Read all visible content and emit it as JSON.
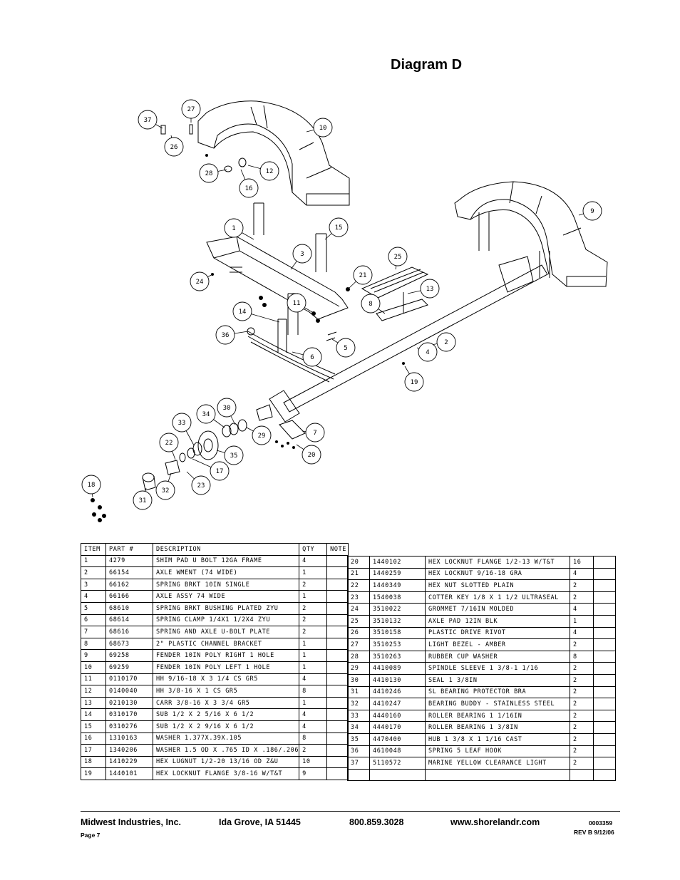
{
  "title": "Diagram D",
  "callouts": [
    "37",
    "27",
    "26",
    "10",
    "28",
    "12",
    "16",
    "1",
    "15",
    "3",
    "24",
    "21",
    "25",
    "13",
    "11",
    "8",
    "14",
    "36",
    "6",
    "5",
    "2",
    "4",
    "9",
    "19",
    "34",
    "30",
    "33",
    "29",
    "7",
    "22",
    "35",
    "20",
    "17",
    "18",
    "23",
    "32",
    "31"
  ],
  "table_headers": [
    "ITEM",
    "PART #",
    "DESCRIPTION",
    "QTY",
    "NOTE"
  ],
  "parts_left": [
    {
      "item": "1",
      "part": "4279",
      "desc": "SHIM PAD   U BOLT 12GA FRAME",
      "qty": "4"
    },
    {
      "item": "2",
      "part": "66154",
      "desc": "AXLE WMENT (74 WIDE)",
      "qty": "1"
    },
    {
      "item": "3",
      "part": "66162",
      "desc": "SPRING BRKT  10IN SINGLE",
      "qty": "2"
    },
    {
      "item": "4",
      "part": "66166",
      "desc": "AXLE ASSY 74 WIDE",
      "qty": "1"
    },
    {
      "item": "5",
      "part": "68610",
      "desc": "SPRING BRKT BUSHING PLATED ZYU",
      "qty": "2"
    },
    {
      "item": "6",
      "part": "68614",
      "desc": "SPRING CLAMP   1/4X1 1/2X4  ZYU",
      "qty": "2"
    },
    {
      "item": "7",
      "part": "68616",
      "desc": "SPRING AND AXLE U-BOLT PLATE",
      "qty": "2"
    },
    {
      "item": "8",
      "part": "68673",
      "desc": "2\" PLASTIC CHANNEL BRACKET",
      "qty": "1"
    },
    {
      "item": "9",
      "part": "69258",
      "desc": "FENDER  10IN POLY RIGHT 1 HOLE",
      "qty": "1"
    },
    {
      "item": "10",
      "part": "69259",
      "desc": "FENDER  10IN POLY LEFT 1 HOLE",
      "qty": "1"
    },
    {
      "item": "11",
      "part": "0110170",
      "desc": "HH 9/16-18 X 3 1/4 CS GR5",
      "qty": "4"
    },
    {
      "item": "12",
      "part": "0140040",
      "desc": "HH 3/8-16 X 1 CS GR5",
      "qty": "8"
    },
    {
      "item": "13",
      "part": "0210130",
      "desc": "CARR 3/8-16 X 3 3/4 GR5",
      "qty": "1"
    },
    {
      "item": "14",
      "part": "0310170",
      "desc": "SUB 1/2 X 2 5/16 X 6 1/2",
      "qty": "4"
    },
    {
      "item": "15",
      "part": "0310276",
      "desc": "SUB 1/2 X 2 9/16 X 6 1/2",
      "qty": "4"
    },
    {
      "item": "16",
      "part": "1310163",
      "desc": "WASHER 1.377X.39X.105",
      "qty": "8"
    },
    {
      "item": "17",
      "part": "1340206",
      "desc": "WASHER 1.5 OD X .765 ID X .186/.206",
      "qty": "2"
    },
    {
      "item": "18",
      "part": "1410229",
      "desc": "HEX LUGNUT 1/2-20 13/16 OD Z&U",
      "qty": "10"
    },
    {
      "item": "19",
      "part": "1440101",
      "desc": "HEX LOCKNUT FLANGE 3/8-16 W/T&T",
      "qty": "9"
    }
  ],
  "parts_right": [
    {
      "item": "20",
      "part": "1440102",
      "desc": "HEX LOCKNUT FLANGE 1/2-13 W/T&T",
      "qty": "16"
    },
    {
      "item": "21",
      "part": "1440259",
      "desc": "HEX LOCKNUT 9/16-18 GRA",
      "qty": "4"
    },
    {
      "item": "22",
      "part": "1440349",
      "desc": "HEX NUT SLOTTED PLAIN",
      "qty": "2"
    },
    {
      "item": "23",
      "part": "1540038",
      "desc": "COTTER KEY 1/8 X 1 1/2 ULTRASEAL",
      "qty": "2"
    },
    {
      "item": "24",
      "part": "3510022",
      "desc": "GROMMET  7/16IN MOLDED",
      "qty": "4"
    },
    {
      "item": "25",
      "part": "3510132",
      "desc": "AXLE PAD 12IN  BLK",
      "qty": "1"
    },
    {
      "item": "26",
      "part": "3510158",
      "desc": "PLASTIC DRIVE RIVOT",
      "qty": "4"
    },
    {
      "item": "27",
      "part": "3510253",
      "desc": "LIGHT BEZEL - AMBER",
      "qty": "2"
    },
    {
      "item": "28",
      "part": "3510263",
      "desc": "RUBBER CUP WASHER",
      "qty": "8"
    },
    {
      "item": "29",
      "part": "4410089",
      "desc": "SPINDLE SLEEVE   1 3/8-1 1/16",
      "qty": "2"
    },
    {
      "item": "30",
      "part": "4410130",
      "desc": "SEAL  1 3/8IN",
      "qty": "2"
    },
    {
      "item": "31",
      "part": "4410246",
      "desc": "SL BEARING PROTECTOR BRA",
      "qty": "2"
    },
    {
      "item": "32",
      "part": "4410247",
      "desc": "BEARING BUDDY - STAINLESS STEEL",
      "qty": "2"
    },
    {
      "item": "33",
      "part": "4440160",
      "desc": "ROLLER BEARING   1 1/16IN",
      "qty": "2"
    },
    {
      "item": "34",
      "part": "4440170",
      "desc": "ROLLER BEARING   1 3/8IN",
      "qty": "2"
    },
    {
      "item": "35",
      "part": "4470400",
      "desc": "HUB   1 3/8 X 1 1/16 CAST",
      "qty": "2"
    },
    {
      "item": "36",
      "part": "4610048",
      "desc": "SPRING  5 LEAF HOOK",
      "qty": "2"
    },
    {
      "item": "37",
      "part": "5110572",
      "desc": "MARINE YELLOW CLEARANCE LIGHT",
      "qty": "2"
    },
    {
      "item": "",
      "part": "",
      "desc": "",
      "qty": ""
    }
  ],
  "footer": {
    "company": "Midwest Industries, Inc.",
    "city": "Ida Grove, IA  51445",
    "phone": "800.859.3028",
    "web": "www.shorelandr.com",
    "page": "Page 7",
    "docnum": "0003359",
    "rev": "REV B  9/12/06"
  }
}
